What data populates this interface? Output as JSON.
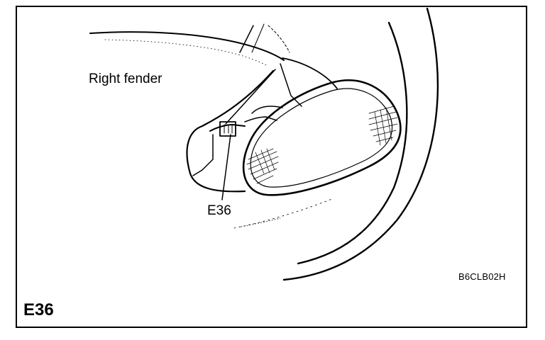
{
  "labels": {
    "fender": "Right fender",
    "connector": "E36"
  },
  "figure": {
    "code": "B6CLB02H",
    "id": "E36"
  },
  "colors": {
    "ink": "#000000",
    "paper": "#ffffff"
  }
}
